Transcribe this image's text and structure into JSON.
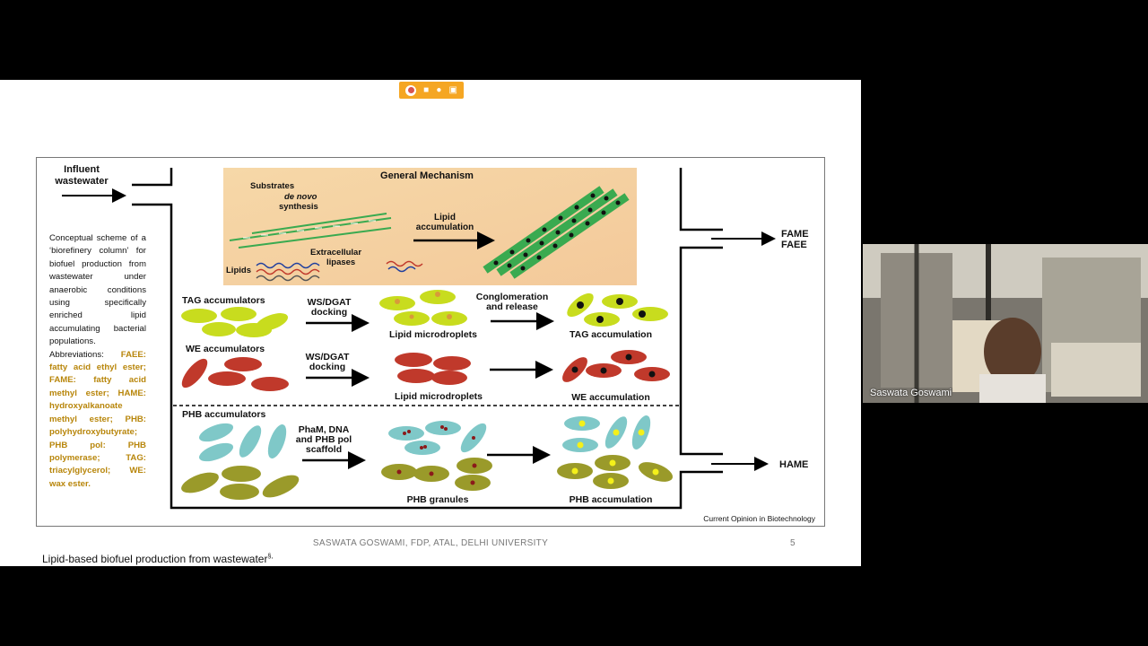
{
  "toolbar": {
    "icons": [
      "record-icon",
      "camera-icon",
      "microphone-icon",
      "share-screen-icon"
    ]
  },
  "slide": {
    "caption_text": "Conceptual scheme of a ‘biorefinery column’ for biofuel production from wastewater under anaerobic conditions using specifically enriched lipid accumulating bacterial populations. Abbreviations:",
    "caption_abbr": "FAEE: fatty acid ethyl ester; FAME: fatty acid methyl ester; HAME: hydroxyalkanoate methyl ester; PHB: polyhydroxybutyrate; PHB pol: PHB polymerase; TAG: triacylglycerol; WE: wax ester.",
    "footer_author": "SASWATA GOSWAMI, FDP, ATAL, DELHI UNIVERSITY",
    "page_number": "5",
    "title": "Lipid-based biofuel production from wastewater",
    "title_sup": "§,"
  },
  "figure": {
    "influent_line1": "Influent",
    "influent_line2": "wastewater",
    "general_mechanism": "General Mechanism",
    "substrates": "Substrates",
    "de_novo": "de novo",
    "synthesis": "synthesis",
    "extracellular1": "Extracellular",
    "extracellular2": "lipases",
    "lipids": "Lipids",
    "lipid_acc1": "Lipid",
    "lipid_acc2": "accumulation",
    "fame": "FAME",
    "faee": "FAEE",
    "hame": "HAME",
    "tag_accumulators": "TAG accumulators",
    "ws_dgat1": "WS/DGAT",
    "ws_dgat2": "docking",
    "lipid_microdroplets": "Lipid microdroplets",
    "conglomeration1": "Conglomeration",
    "conglomeration2": "and release",
    "tag_accumulation": "TAG accumulation",
    "we_accumulators": "WE accumulators",
    "we_accumulation": "WE accumulation",
    "phb_accumulators": "PHB accumulators",
    "pham1": "PhaM, DNA",
    "pham2": "and PHB pol",
    "pham3": "scaffold",
    "phb_granules": "PHB granules",
    "phb_accumulation": "PHB accumulation",
    "source": "Current Opinion in Biotechnology"
  },
  "video": {
    "participant_name": "Saswata Goswami"
  },
  "colors": {
    "toolbar": "#f5a623",
    "caption_abbr": "#b8860b",
    "tag_cell": "#c8dc1e",
    "we_cell": "#c0392b",
    "phb_cell": "#7fc8c8",
    "phb_olive": "#9a9a2a"
  }
}
